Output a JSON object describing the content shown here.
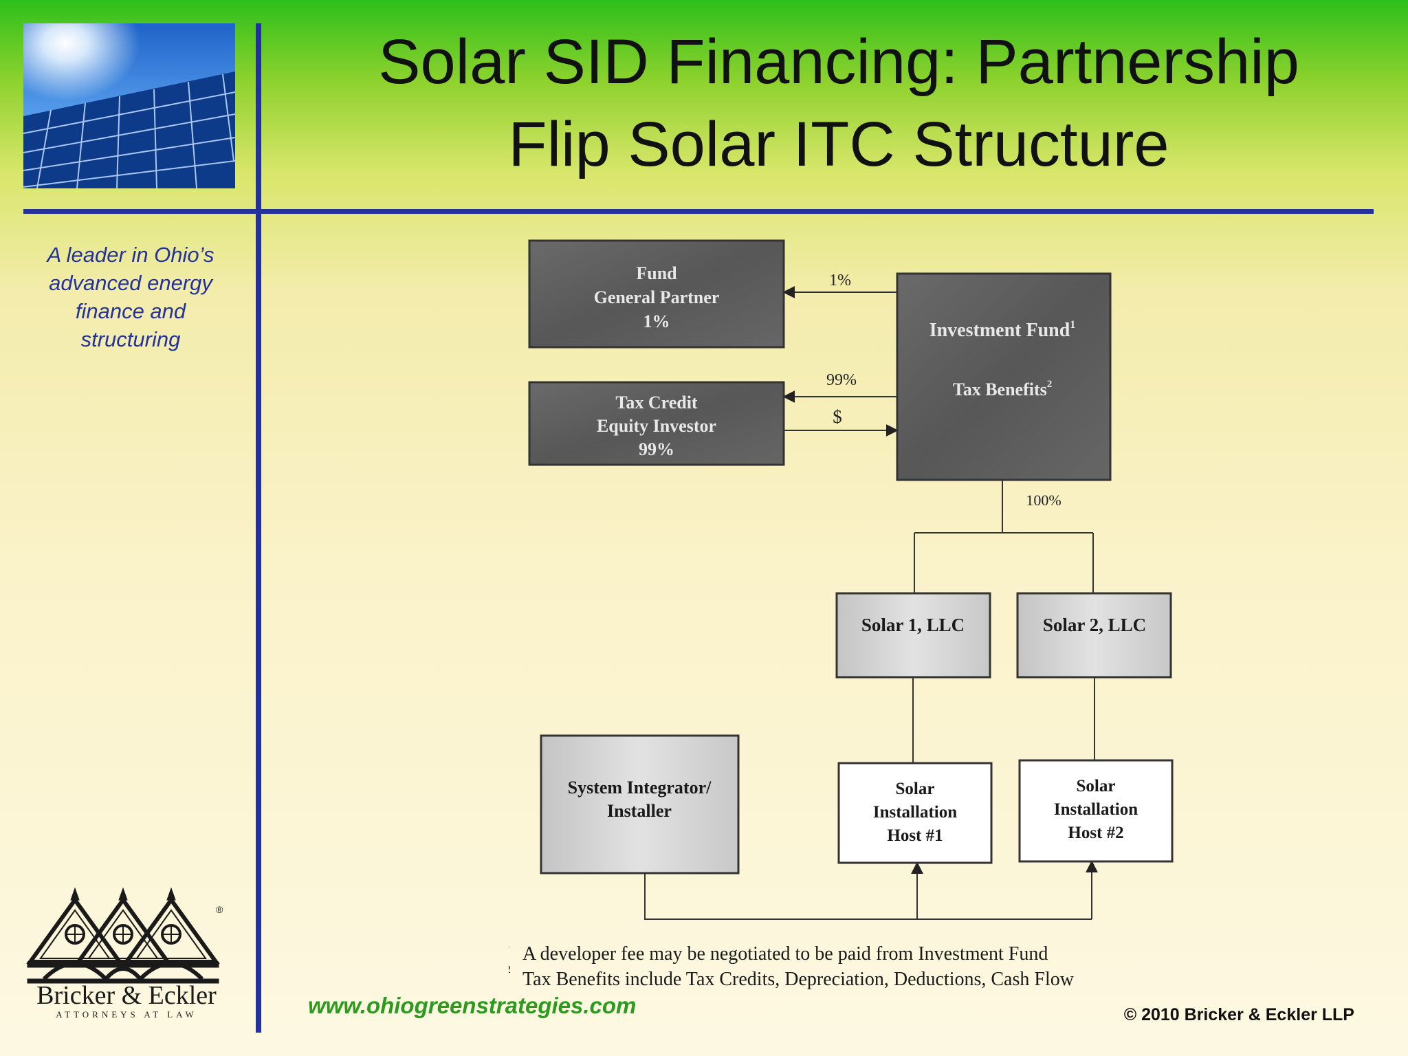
{
  "slide": {
    "title_line1": "Solar SID Financing: Partnership",
    "title_line2": "Flip Solar ITC Structure",
    "tagline": [
      "A leader in Ohio’s",
      "advanced energy",
      "finance and",
      "structuring"
    ],
    "website": "www.ohiogreenstrategies.com",
    "copyright": "© 2010 Bricker & Eckler LLP"
  },
  "logo": {
    "name": "Bricker & Eckler",
    "subtitle": "ATTORNEYS AT LAW",
    "registered": "®"
  },
  "diagram": {
    "nodes": {
      "fund_gp": [
        "Fund",
        "General Partner",
        "1%"
      ],
      "tax_investor": [
        "Tax Credit",
        "Equity Investor",
        "99%"
      ],
      "investment_fund": "Investment Fund",
      "investment_fund_sup": "1",
      "tax_benefits": "Tax Benefits",
      "tax_benefits_sup": "2",
      "solar1": "Solar 1, LLC",
      "solar2": "Solar 2, LLC",
      "integrator": [
        "System Integrator/",
        "Installer"
      ],
      "host1": [
        "Solar",
        "Installation",
        "Host #1"
      ],
      "host2": [
        "Solar",
        "Installation",
        "Host #2"
      ]
    },
    "edge_labels": {
      "gp_share": "1%",
      "investor_share": "99%",
      "investor_cash": "$",
      "subsidiaries": "100%"
    },
    "footnotes": [
      {
        "mark": "1",
        "text": "A developer fee may be negotiated to be paid from Investment Fund"
      },
      {
        "mark": "2",
        "text": "Tax Benefits include Tax Credits, Depreciation, Deductions, Cash Flow"
      }
    ],
    "colors": {
      "dark_box": "#5f5f5f",
      "light_box": "#cfcfcf",
      "white_box": "#ffffff",
      "line": "#333333"
    }
  }
}
